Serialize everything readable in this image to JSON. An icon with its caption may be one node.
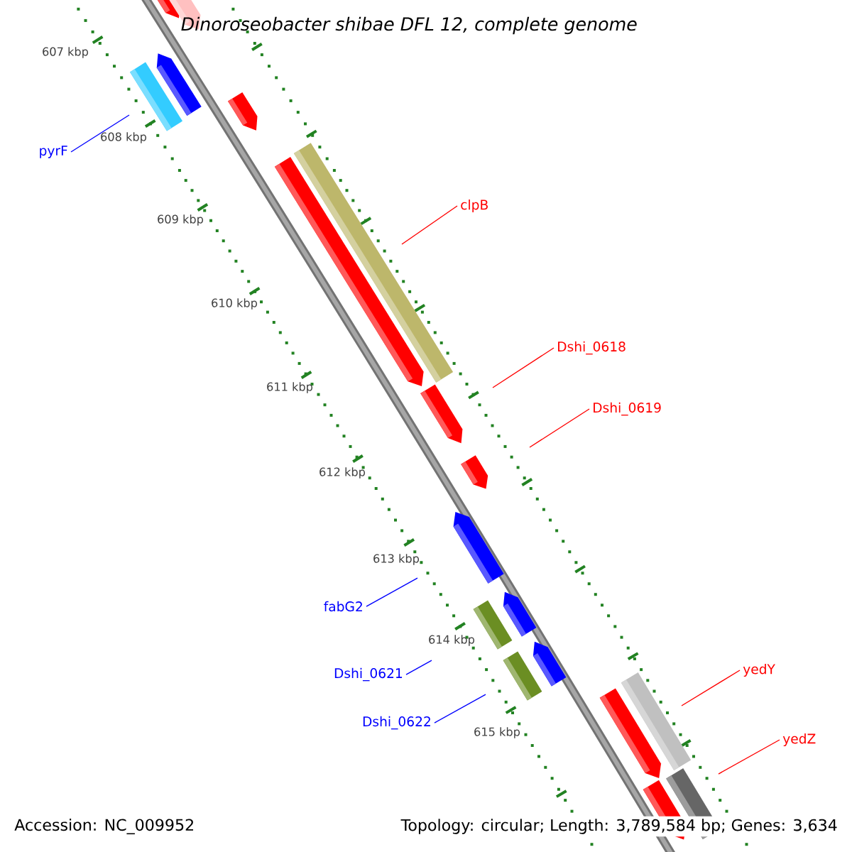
{
  "diagram": {
    "title": "Dinoroseobacter shibae DFL 12, complete genome",
    "nodes": [
      {
        "text": [
          "pyrF"
        ]
      },
      {
        "text": [
          "clpB"
        ]
      },
      {
        "text": [
          "Dshi_0618"
        ]
      },
      {
        "text": [
          "Dshi_0619"
        ]
      },
      {
        "text": [
          "fabG2"
        ]
      },
      {
        "text": [
          "yedY"
        ]
      },
      {
        "text": [
          "Dshi_0621"
        ]
      },
      {
        "text": [
          "Dshi_0622"
        ]
      },
      {
        "text": [
          "yedZ"
        ]
      }
    ],
    "edges": [
      {
        "from": 0,
        "to": null,
        "arrow": "none",
        "color": "#0000ff"
      },
      {
        "from": 1,
        "to": null,
        "arrow": "none"
      },
      {
        "from": 2,
        "to": null,
        "arrow": "none"
      },
      {
        "from": 3,
        "to": null,
        "arrow": "none"
      },
      {
        "from": 4,
        "to": null,
        "arrow": "none",
        "color": "#0000ff"
      },
      {
        "from": 5,
        "to": null,
        "arrow": "none"
      },
      {
        "from": 6,
        "to": null,
        "arrow": "none",
        "color": "#0000ff"
      },
      {
        "from": 7,
        "to": null,
        "arrow": "none",
        "color": "#0000ff"
      },
      {
        "from": 8,
        "to": null,
        "arrow": "none"
      }
    ],
    "labels": [
      "607 kbp",
      "608 kbp",
      "609 kbp",
      "610 kbp",
      "611 kbp",
      "612 kbp",
      "613 kbp",
      "614 kbp",
      "615 kbp",
      "Accession: NC_009952",
      "Topology: circular; Length: 3,789,584 bp; Genes: 3,634"
    ]
  }
}
